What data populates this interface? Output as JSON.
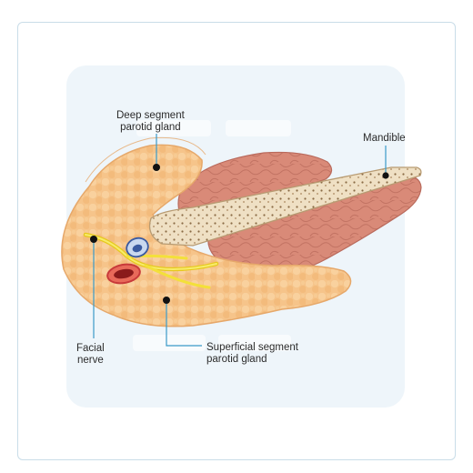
{
  "labels": {
    "deep": {
      "line1": "Deep segment",
      "line2": "parotid gland"
    },
    "mandible": {
      "line1": "Mandible"
    },
    "facial": {
      "line1": "Facial",
      "line2": "nerve"
    },
    "superficial": {
      "line1": "Superficial segment",
      "line2": "parotid gland"
    }
  },
  "colors": {
    "gland_fill": "#f6c48a",
    "gland_outline": "#e6a86a",
    "muscle_fill": "#d98a78",
    "muscle_outline": "#b96a5c",
    "bone_fill": "#efe0c4",
    "bone_dots": "#8a6a45",
    "nerve": "#f3e03a",
    "artery": "#c83a3a",
    "vein": "#3a5aa0",
    "leader": "#3a9ac8",
    "panel": "#eef5fa",
    "card_border": "#c9dde8"
  }
}
